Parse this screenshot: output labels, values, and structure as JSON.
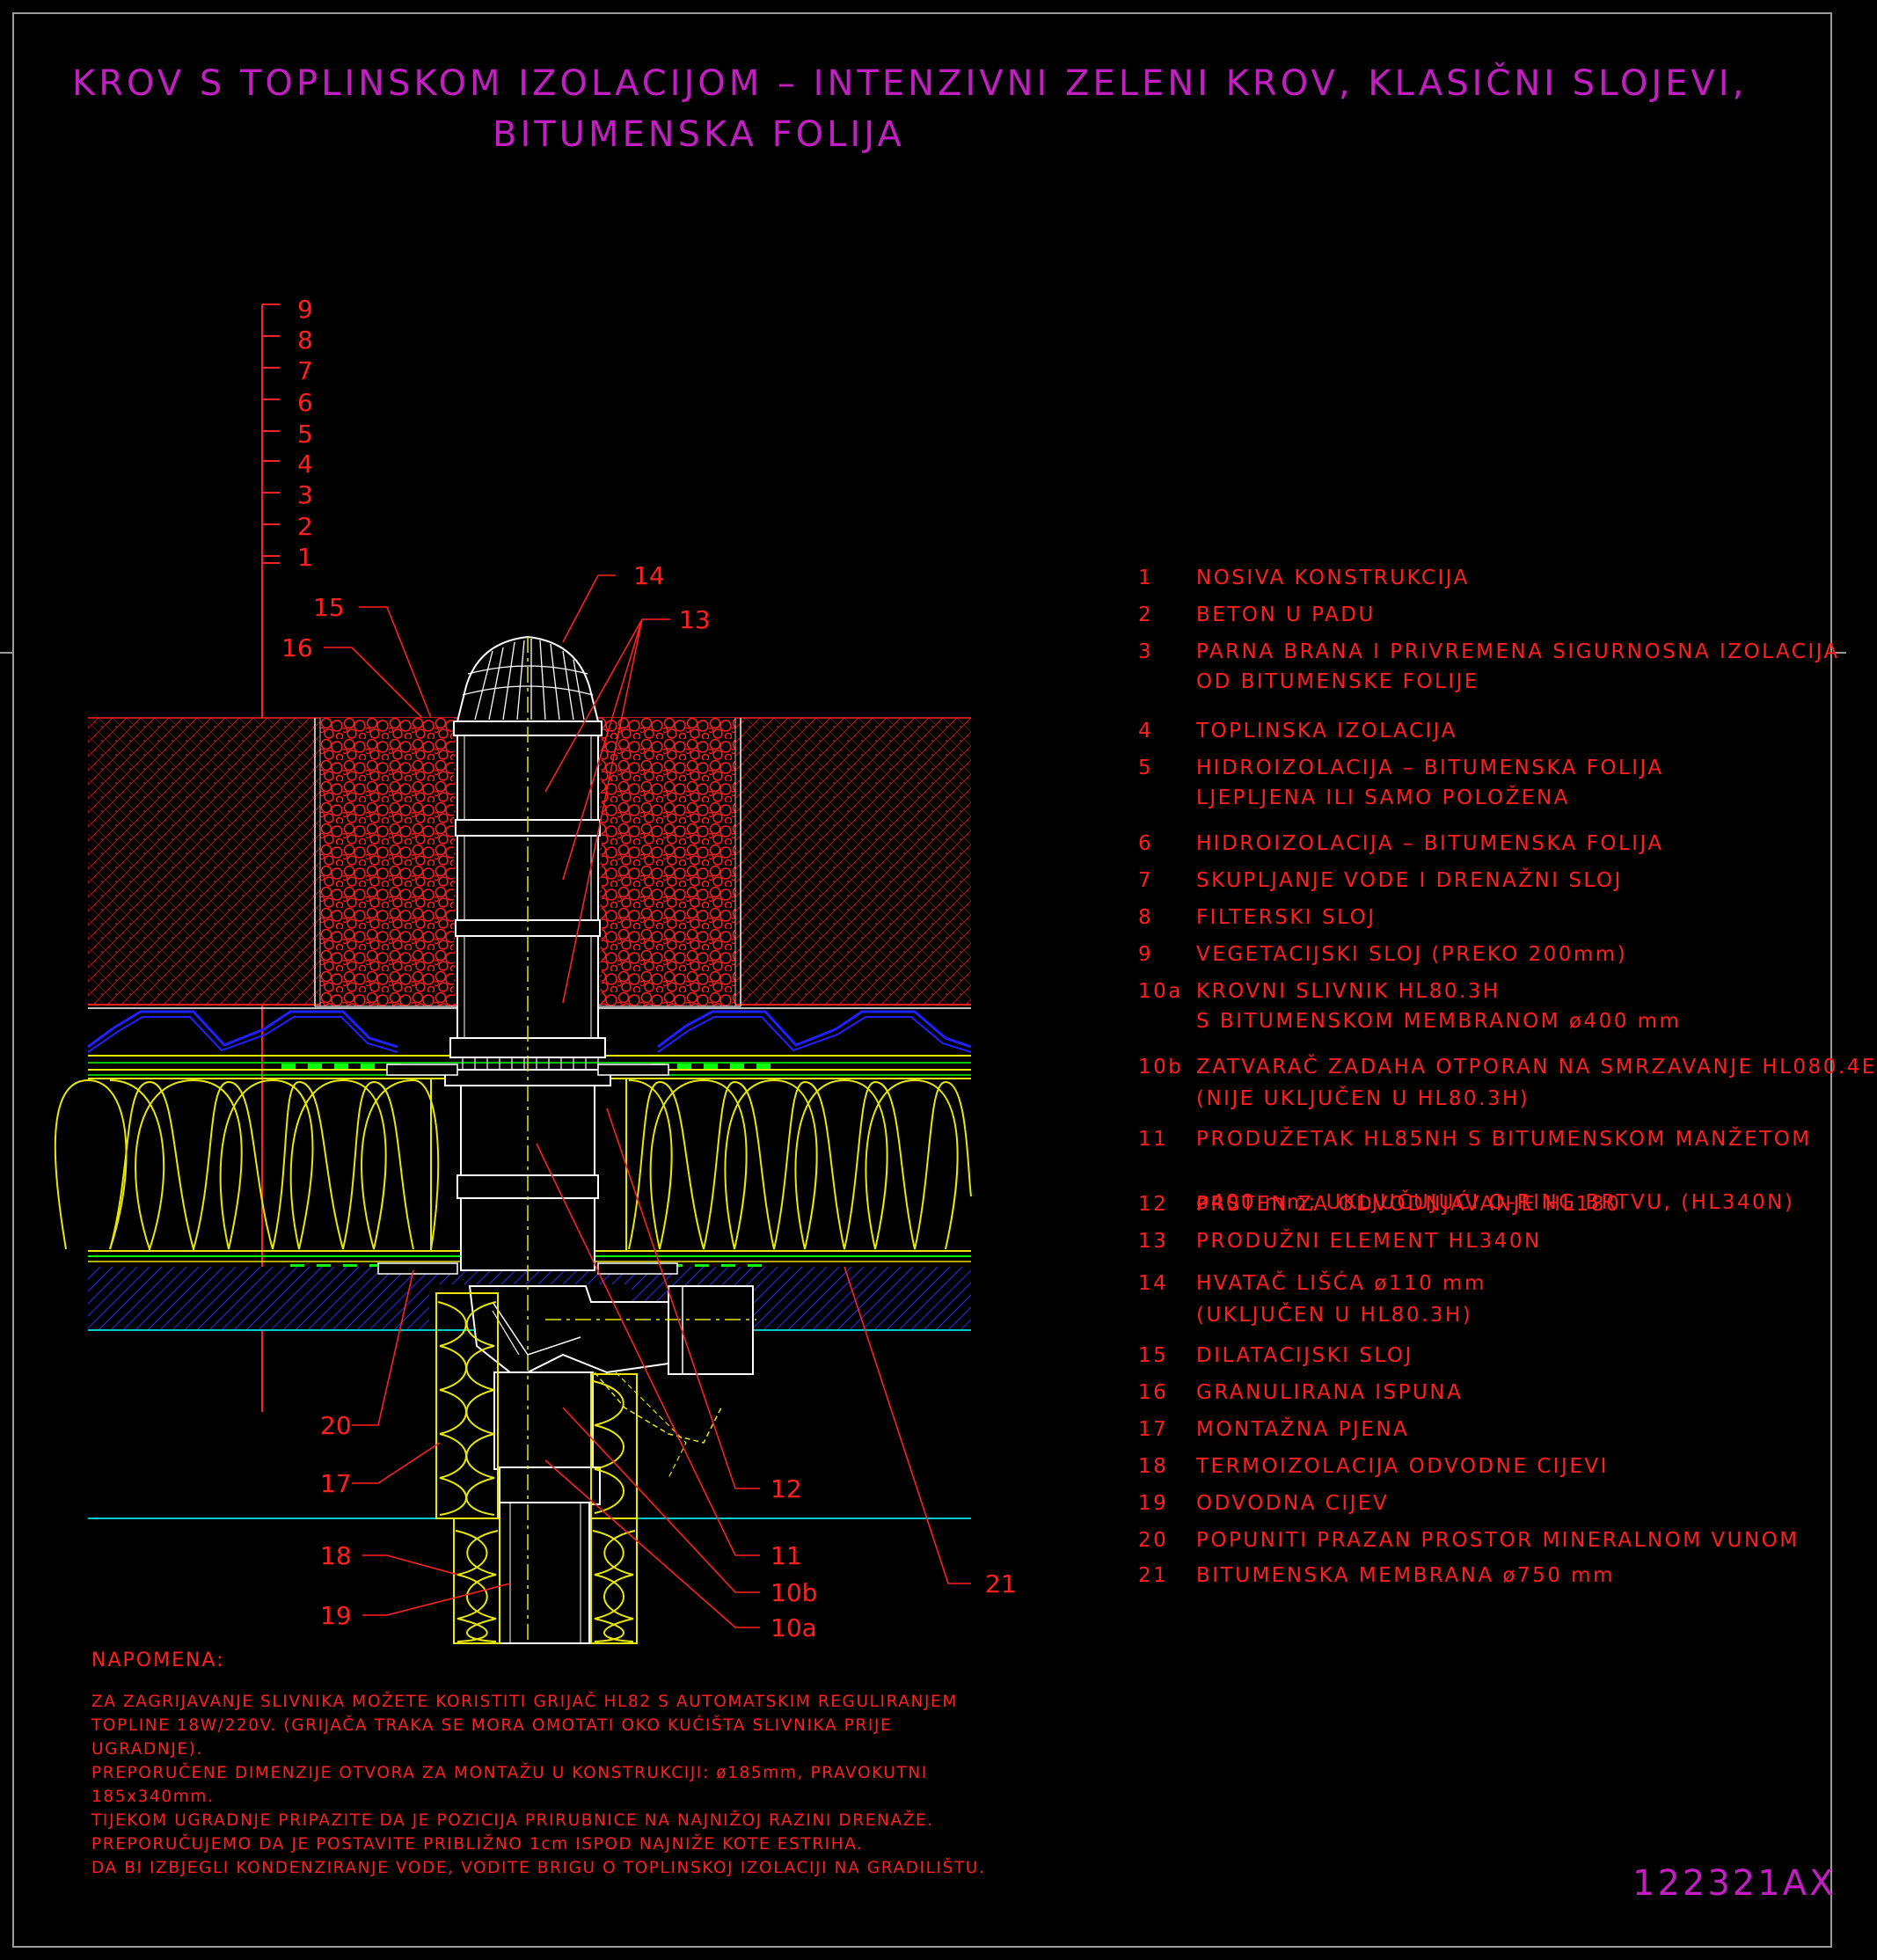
{
  "title": {
    "line1": "KROV S TOPLINSKOM IZOLACIJOM – INTENZIVNI ZELENI KROV, KLASIČNI SLOJEVI,",
    "line2": "BITUMENSKA FOLIJA"
  },
  "scale_labels": [
    "9",
    "8",
    "7",
    "6",
    "5",
    "4",
    "3",
    "2",
    "1"
  ],
  "callouts": {
    "c14": "14",
    "c13": "13",
    "c15": "15",
    "c16": "16",
    "c20": "20",
    "c17": "17",
    "c18": "18",
    "c19": "19",
    "c12": "12",
    "c11": "11",
    "c10b": "10b",
    "c10a": "10a",
    "c21": "21"
  },
  "legend": [
    {
      "num": "1",
      "lines": [
        "NOSIVA KONSTRUKCIJA"
      ]
    },
    {
      "num": "2",
      "lines": [
        "BETON U PADU"
      ]
    },
    {
      "num": "3",
      "lines": [
        "PARNA BRANA I PRIVREMENA SIGURNOSNA IZOLACIJA",
        "OD BITUMENSKE FOLIJE"
      ]
    },
    {
      "num": "4",
      "lines": [
        "TOPLINSKA IZOLACIJA"
      ]
    },
    {
      "num": "5",
      "lines": [
        "HIDROIZOLACIJA – BITUMENSKA FOLIJA",
        "LJEPLJENA ILI SAMO POLOŽENA"
      ]
    },
    {
      "num": "6",
      "lines": [
        "HIDROIZOLACIJA – BITUMENSKA FOLIJA"
      ]
    },
    {
      "num": "7",
      "lines": [
        "SKUPLJANJE VODE I DRENAŽNI SLOJ"
      ]
    },
    {
      "num": "8",
      "lines": [
        "FILTERSKI SLOJ"
      ]
    },
    {
      "num": "9",
      "lines": [
        "VEGETACIJSKI SLOJ (PREKO 200mm)"
      ]
    },
    {
      "num": "10a",
      "lines": [
        "KROVNI SLIVNIK HL80.3H",
        "S BITUMENSKOM MEMBRANOM ø400 mm"
      ]
    },
    {
      "num": "10b",
      "lines": [
        "ZATVARAČ ZADAHA OTPORAN NA SMRZAVANJE HL080.4E",
        "(NIJE UKLJUČEN U HL80.3H)"
      ]
    },
    {
      "num": "11",
      "lines": [
        "PRODUŽETAK HL85NH S BITUMENSKOM MANŽETOM",
        "",
        "ø400 mm; UKLJUČUJUĆI O-RING BRTVU, (HL340N)"
      ]
    },
    {
      "num": "12",
      "lines": [
        "PRSTEN ZA ODVODNJAVANJE HL180"
      ]
    },
    {
      "num": "13",
      "lines": [
        "PRODUŽNI ELEMENT HL340N"
      ]
    },
    {
      "num": "14",
      "lines": [
        "HVATAČ LIŠĆA ø110 mm",
        "(UKLJUČEN U HL80.3H)"
      ]
    },
    {
      "num": "15",
      "lines": [
        "DILATACIJSKI SLOJ"
      ]
    },
    {
      "num": "16",
      "lines": [
        "GRANULIRANA ISPUNA"
      ]
    },
    {
      "num": "17",
      "lines": [
        "MONTAŽNA PJENA"
      ]
    },
    {
      "num": "18",
      "lines": [
        "TERMOIZOLACIJA ODVODNE CIJEVI"
      ]
    },
    {
      "num": "19",
      "lines": [
        "ODVODNA CIJEV"
      ]
    },
    {
      "num": "20",
      "lines": [
        "POPUNITI PRAZAN PROSTOR MINERALNOM VUNOM"
      ]
    },
    {
      "num": "21",
      "lines": [
        "BITUMENSKA MEMBRANA ø750 mm"
      ]
    }
  ],
  "notes": {
    "heading": "NAPOMENA:",
    "paragraphs": [
      "ZA ZAGRIJAVANJE SLIVNIKA MOŽETE KORISTITI GRIJAČ HL82 S AUTOMATSKIM REGULIRANJEM TOPLINE 18W/220V. (GRIJAČA TRAKA SE MORA OMOTATI OKO KUĆIŠTA SLIVNIKA PRIJE UGRADNJE).",
      "PREPORUČENE DIMENZIJE OTVORA ZA MONTAŽU U KONSTRUKCIJI: ø185mm, PRAVOKUTNI 185x340mm.",
      "TIJEKOM UGRADNJE PRIPAZITE DA JE POZICIJA PRIRUBNICE NA NAJNIŽOJ RAZINI DRENAŽE. PREPORUČUJEMO DA JE POSTAVITE PRIBLIŽNO 1cm ISPOD NAJNIŽE KOTE ESTRIHA.",
      "DA BI IZBJEGLI KONDENZIRANJE VODE, VODITE BRIGU O TOPLINSKOJ IZOLACIJI NA GRADILIŠTU."
    ]
  },
  "drawing_code": "122321AX",
  "colors": {
    "title": "#c21ec2",
    "text_red": "#ff1f1f",
    "insulation_yellow": "#e8e800",
    "drainage_blue": "#2020ff",
    "membrane_green": "#00ff00",
    "slab_cyan": "#00c8c8",
    "frame_gray": "#9a9a9a"
  }
}
